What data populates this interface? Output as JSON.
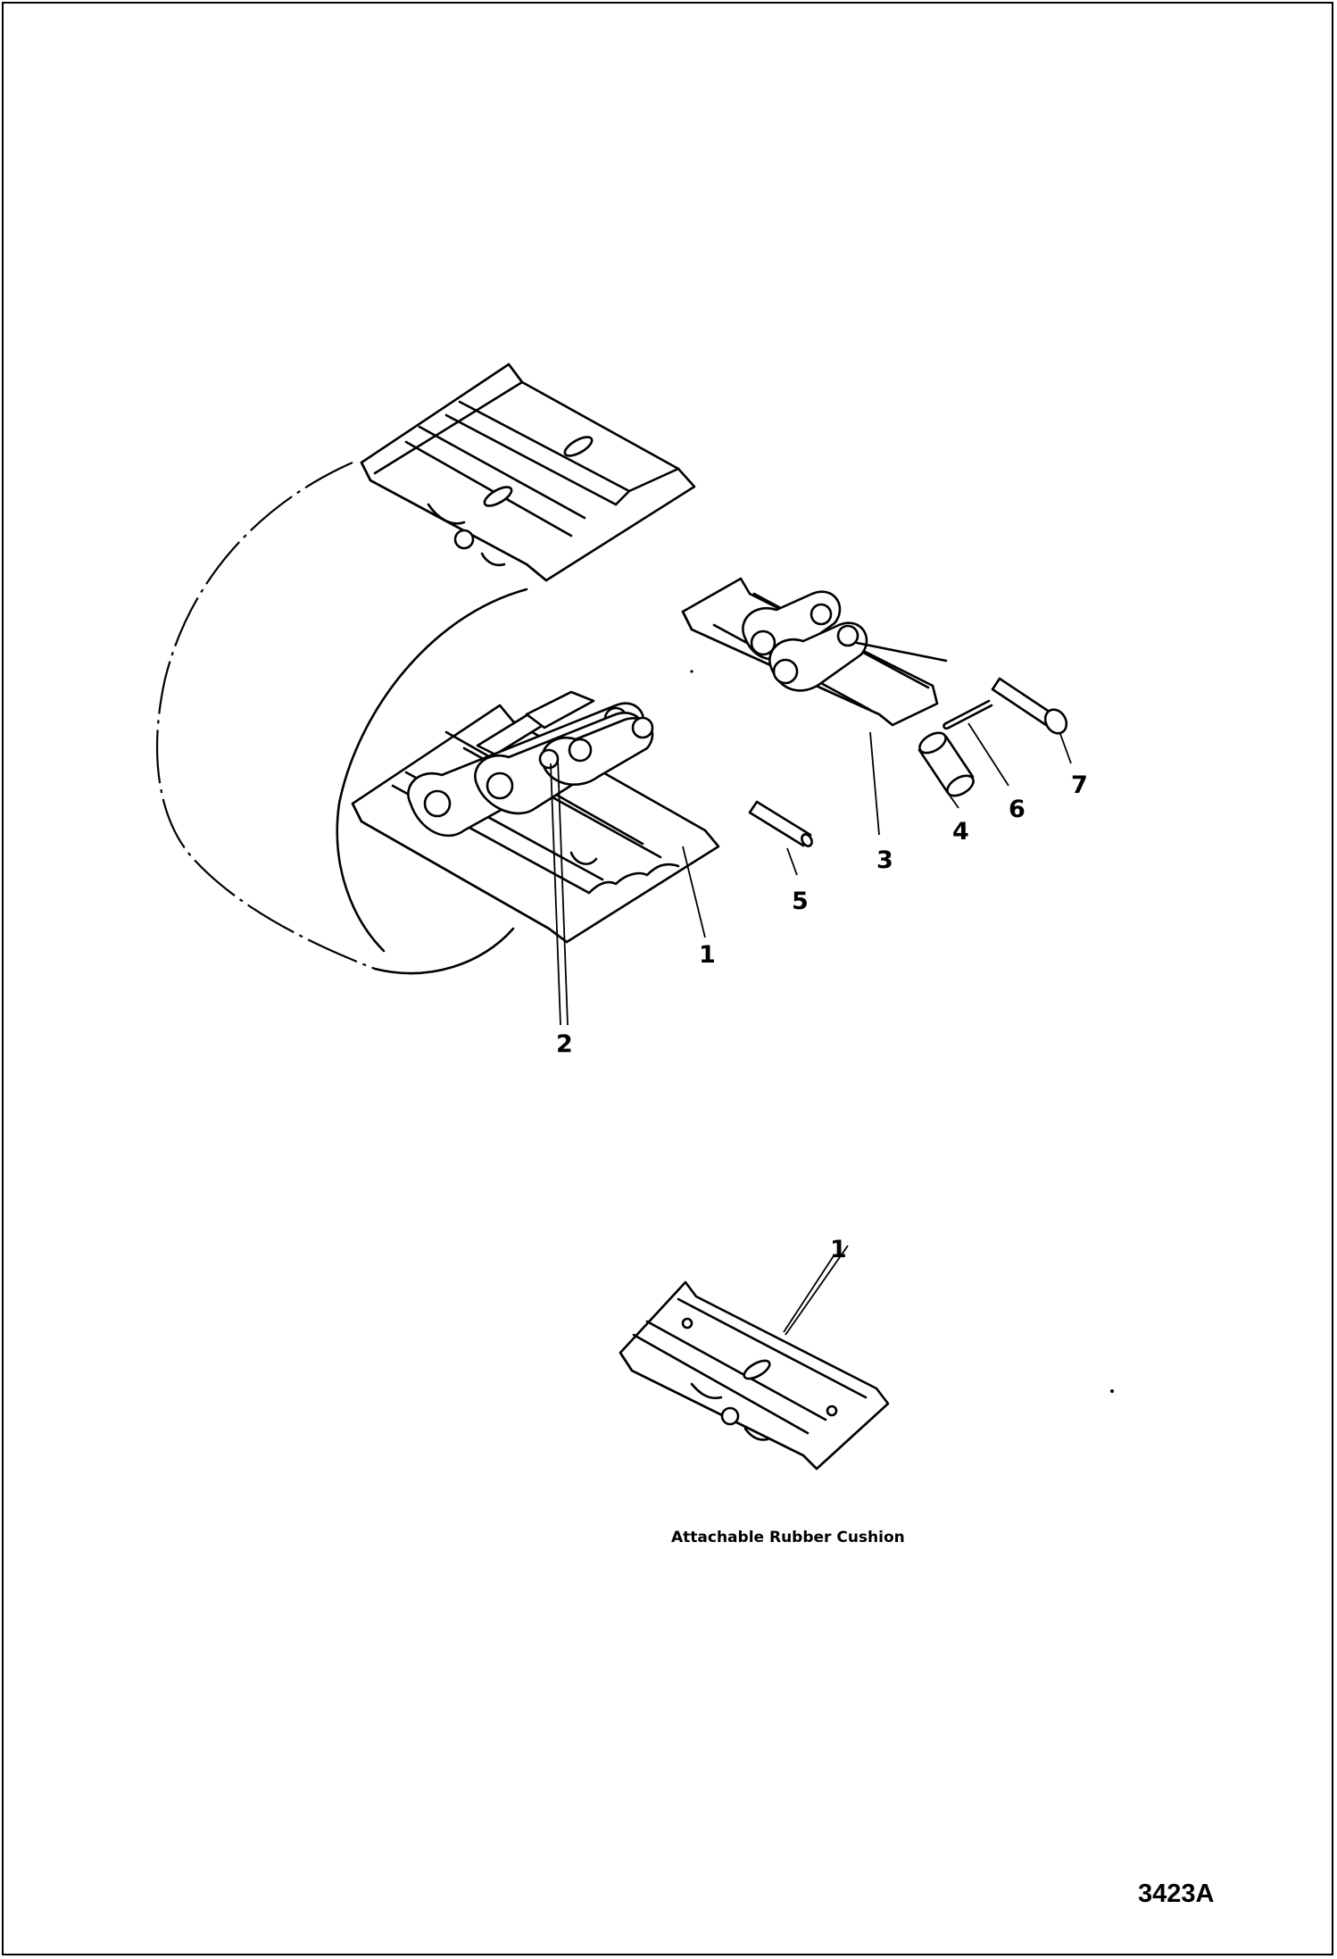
{
  "callouts": {
    "c1": "1",
    "c2": "2",
    "c3": "3",
    "c4": "4",
    "c5": "5",
    "c6": "6",
    "c7": "7",
    "c1b": "1"
  },
  "caption": "Attachable Rubber Cushion",
  "figure_number": "3423A"
}
